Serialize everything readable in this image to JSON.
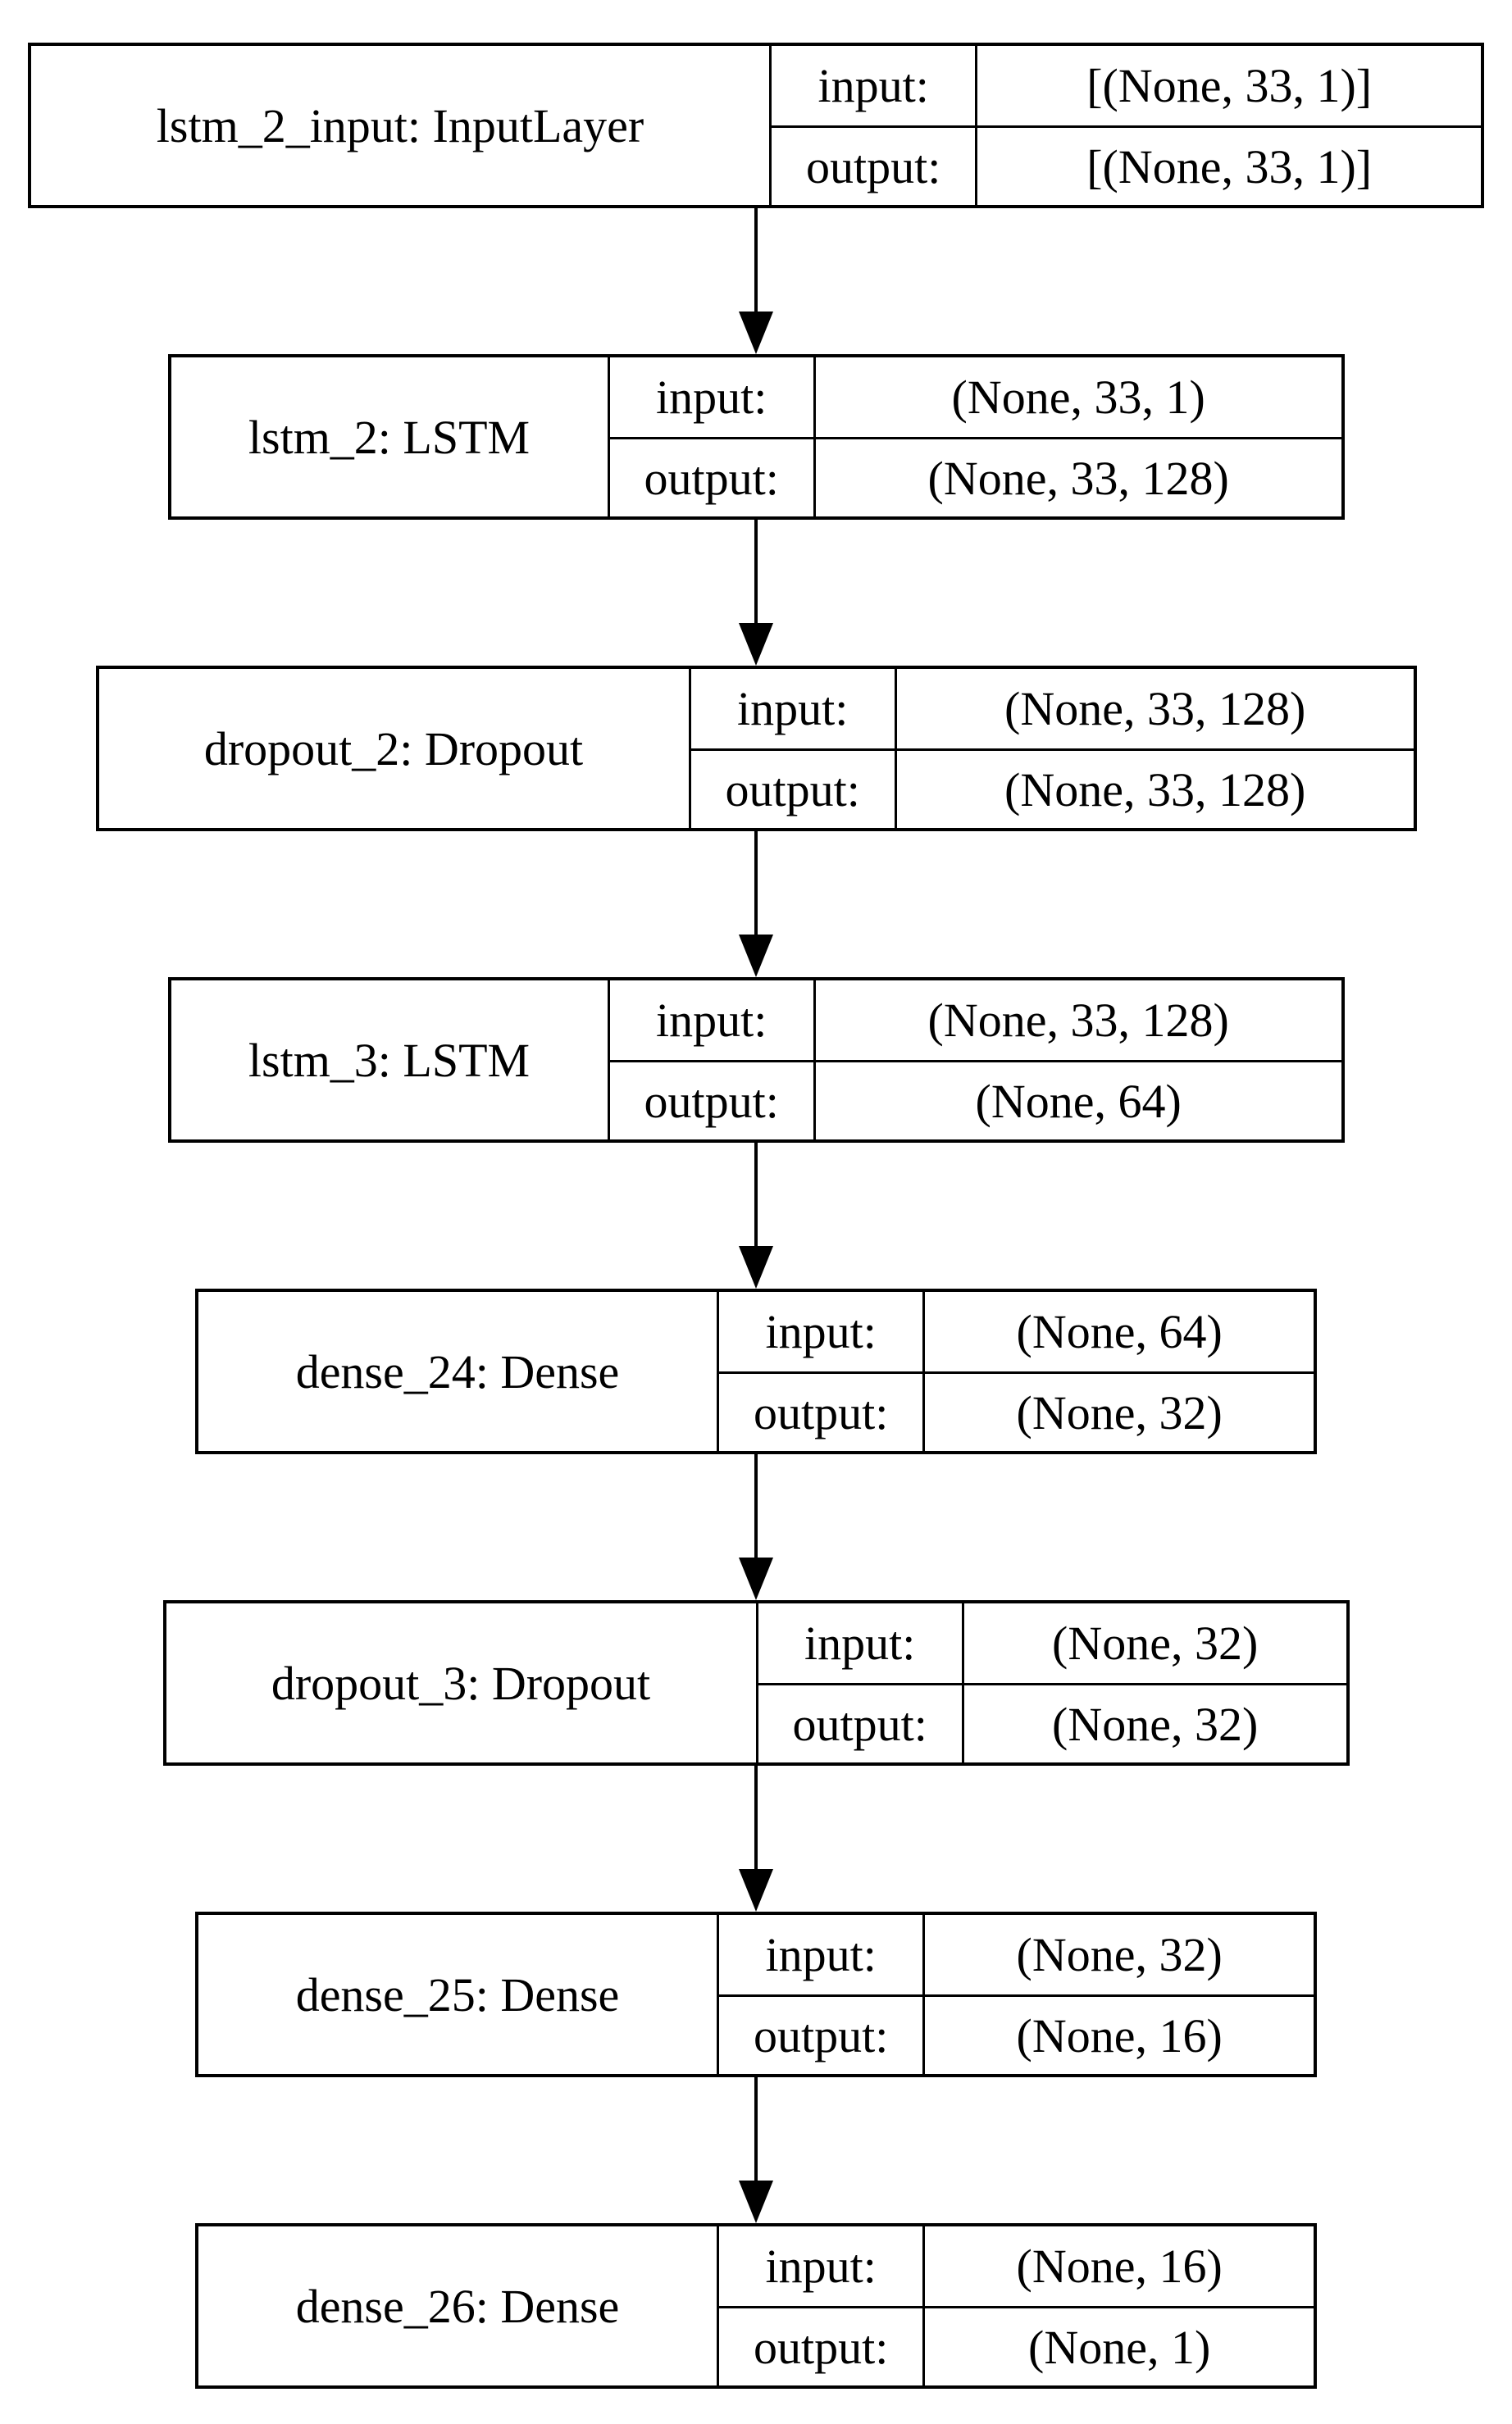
{
  "diagram": {
    "kind": "keras-model-architecture",
    "row_labels": {
      "input": "input:",
      "output": "output:"
    },
    "colors": {
      "border": "#000000",
      "background": "#ffffff",
      "text": "#000000"
    },
    "nodes": [
      {
        "name": "lstm_2_input: InputLayer",
        "input_shape": "[(None, 33, 1)]",
        "output_shape": "[(None, 33, 1)]"
      },
      {
        "name": "lstm_2: LSTM",
        "input_shape": "(None, 33, 1)",
        "output_shape": "(None, 33, 128)"
      },
      {
        "name": "dropout_2: Dropout",
        "input_shape": "(None, 33, 128)",
        "output_shape": "(None, 33, 128)"
      },
      {
        "name": "lstm_3: LSTM",
        "input_shape": "(None, 33, 128)",
        "output_shape": "(None, 64)"
      },
      {
        "name": "dense_24: Dense",
        "input_shape": "(None, 64)",
        "output_shape": "(None, 32)"
      },
      {
        "name": "dropout_3: Dropout",
        "input_shape": "(None, 32)",
        "output_shape": "(None, 32)"
      },
      {
        "name": "dense_25: Dense",
        "input_shape": "(None, 32)",
        "output_shape": "(None, 16)"
      },
      {
        "name": "dense_26: Dense",
        "input_shape": "(None, 16)",
        "output_shape": "(None, 1)"
      }
    ]
  }
}
